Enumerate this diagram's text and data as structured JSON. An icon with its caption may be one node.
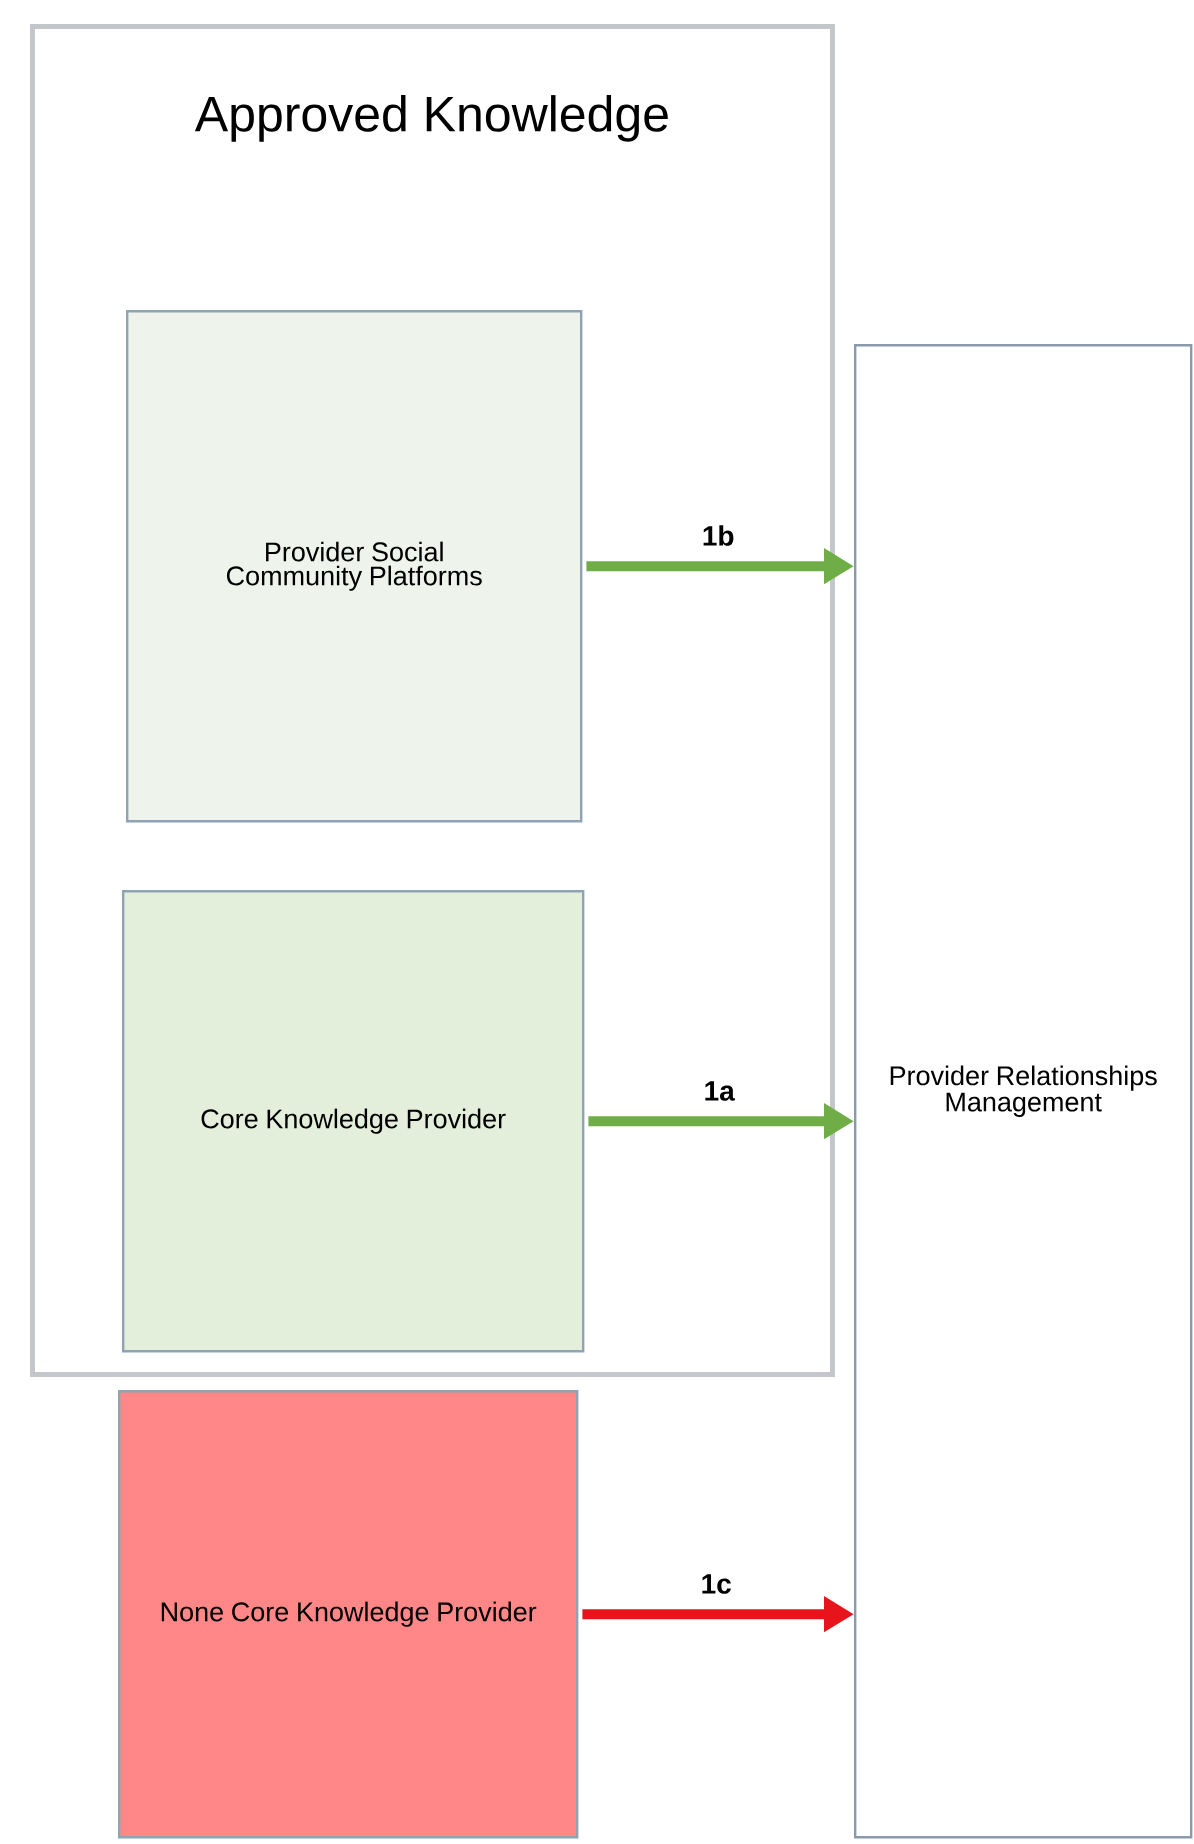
{
  "diagram": {
    "nodes": [
      {
        "text": [
          "Approved Knowledge"
        ]
      },
      {
        "text": [
          "Provider Social Community Platforms"
        ],
        "in": 0
      },
      {
        "text": [
          "Core Knowledge Provider"
        ],
        "in": 0
      },
      {
        "text": [
          "None Core Knowledge Provider"
        ]
      },
      {
        "text": [
          "Provider Relationships Management"
        ]
      }
    ],
    "edges": [
      {
        "from": 1,
        "to": 4,
        "arrow": "to",
        "label": "1b"
      },
      {
        "from": 2,
        "to": 4,
        "arrow": "to",
        "label": "1a"
      },
      {
        "from": 3,
        "to": 4,
        "arrow": "to",
        "label": "1c",
        "color": "#e8141c"
      }
    ]
  }
}
